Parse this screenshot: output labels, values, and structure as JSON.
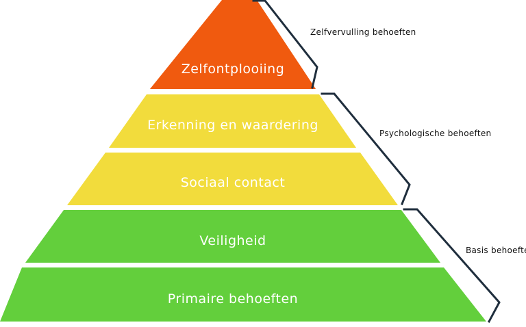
{
  "pyramid": {
    "layers": [
      {
        "label": "Zelfontplooiing",
        "color": "#f05a0f"
      },
      {
        "label": "Erkenning en waardering",
        "color": "#f2dc3c"
      },
      {
        "label": "Sociaal contact",
        "color": "#f2dc3c"
      },
      {
        "label": "Veiligheid",
        "color": "#63cf3c"
      },
      {
        "label": "Primaire behoeften",
        "color": "#63cf3c"
      }
    ]
  },
  "groups": [
    {
      "label": "Zelfvervulling behoeften"
    },
    {
      "label": "Psychologische behoeften"
    },
    {
      "label": "Basis behoefte"
    }
  ],
  "colors": {
    "bracket": "#1f2e3d",
    "label_text": "#ffffff",
    "group_text": "#111111"
  }
}
